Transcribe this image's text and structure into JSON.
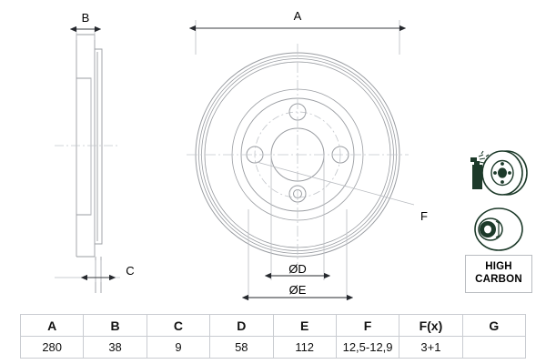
{
  "drawing": {
    "title": "Brake disc technical drawing",
    "dimensions": {
      "A": "A",
      "B": "B",
      "C": "C",
      "D_label": "ØD",
      "E_label": "ØE",
      "F_leader": "F"
    }
  },
  "table": {
    "headers": [
      "A",
      "B",
      "C",
      "D",
      "E",
      "F",
      "F(x)",
      "G"
    ],
    "values": [
      "280",
      "38",
      "9",
      "58",
      "112",
      "12,5-12,9",
      "3+1",
      ""
    ]
  },
  "badge": {
    "line1": "HIGH",
    "line2": "CARBON"
  },
  "icons": {
    "spray_can": "spray-can-icon",
    "disc_front": "brake-disc-front-icon",
    "disc_angled": "brake-disc-angled-icon"
  },
  "colors": {
    "line": "#9a9da2",
    "dark_line": "#5d6166",
    "dim_line": "#3a3d42",
    "text": "#000000",
    "icon_dark": "#1d3a2a",
    "table_border": "#c9ccd1",
    "background": "#ffffff"
  }
}
